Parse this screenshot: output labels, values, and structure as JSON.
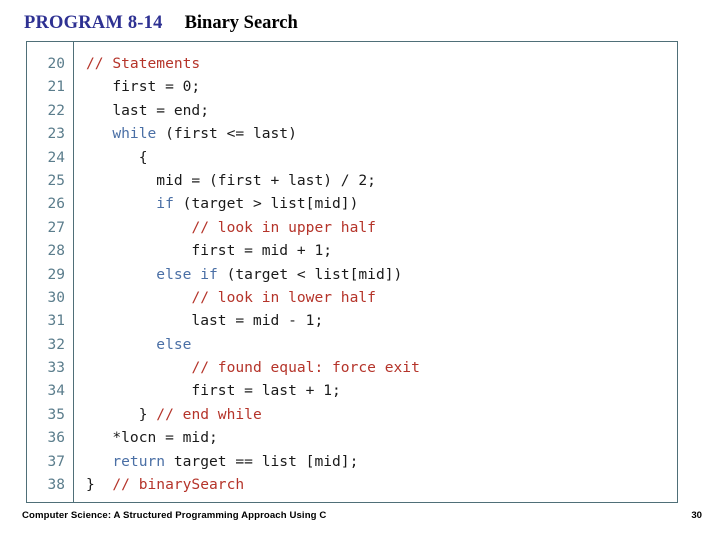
{
  "header": {
    "program_label": "PROGRAM 8-14",
    "program_title": "Binary Search"
  },
  "colors": {
    "program_label": "#2e3192",
    "comment": "#b5342a",
    "keyword": "#4a6fa5",
    "plain": "#1a1a1a",
    "line_number": "#5b7d8c",
    "border": "#4f6f78",
    "background": "#ffffff"
  },
  "code": {
    "language": "c",
    "first_line_number": 20,
    "last_line_number": 38,
    "lines": [
      {
        "no": "20",
        "tokens": [
          {
            "t": "// Statements",
            "c": "cmt"
          }
        ]
      },
      {
        "no": "21",
        "tokens": [
          {
            "t": "   first = 0;",
            "c": "plain"
          }
        ]
      },
      {
        "no": "22",
        "tokens": [
          {
            "t": "   last = end;",
            "c": "plain"
          }
        ]
      },
      {
        "no": "23",
        "tokens": [
          {
            "t": "   ",
            "c": "plain"
          },
          {
            "t": "while",
            "c": "kw"
          },
          {
            "t": " (first <= last)",
            "c": "plain"
          }
        ]
      },
      {
        "no": "24",
        "tokens": [
          {
            "t": "      {",
            "c": "plain"
          }
        ]
      },
      {
        "no": "25",
        "tokens": [
          {
            "t": "        mid = (first + last) / 2;",
            "c": "plain"
          }
        ]
      },
      {
        "no": "26",
        "tokens": [
          {
            "t": "        ",
            "c": "plain"
          },
          {
            "t": "if",
            "c": "kw"
          },
          {
            "t": " (target > list[mid])",
            "c": "plain"
          }
        ]
      },
      {
        "no": "27",
        "tokens": [
          {
            "t": "            ",
            "c": "plain"
          },
          {
            "t": "// look in upper half",
            "c": "cmt"
          }
        ]
      },
      {
        "no": "28",
        "tokens": [
          {
            "t": "            first = mid + 1;",
            "c": "plain"
          }
        ]
      },
      {
        "no": "29",
        "tokens": [
          {
            "t": "        ",
            "c": "plain"
          },
          {
            "t": "else if",
            "c": "kw"
          },
          {
            "t": " (target < list[mid])",
            "c": "plain"
          }
        ]
      },
      {
        "no": "30",
        "tokens": [
          {
            "t": "            ",
            "c": "plain"
          },
          {
            "t": "// look in lower half",
            "c": "cmt"
          }
        ]
      },
      {
        "no": "31",
        "tokens": [
          {
            "t": "            last = mid - 1;",
            "c": "plain"
          }
        ]
      },
      {
        "no": "32",
        "tokens": [
          {
            "t": "        ",
            "c": "plain"
          },
          {
            "t": "else",
            "c": "kw"
          }
        ]
      },
      {
        "no": "33",
        "tokens": [
          {
            "t": "            ",
            "c": "plain"
          },
          {
            "t": "// found equal: force exit",
            "c": "cmt"
          }
        ]
      },
      {
        "no": "34",
        "tokens": [
          {
            "t": "            first = last + 1;",
            "c": "plain"
          }
        ]
      },
      {
        "no": "35",
        "tokens": [
          {
            "t": "      } ",
            "c": "plain"
          },
          {
            "t": "// end while",
            "c": "cmt"
          }
        ]
      },
      {
        "no": "36",
        "tokens": [
          {
            "t": "   *locn = mid;",
            "c": "plain"
          }
        ]
      },
      {
        "no": "37",
        "tokens": [
          {
            "t": "   ",
            "c": "plain"
          },
          {
            "t": "return",
            "c": "kw"
          },
          {
            "t": " target == list [mid];",
            "c": "plain"
          }
        ]
      },
      {
        "no": "38",
        "tokens": [
          {
            "t": "}  ",
            "c": "plain"
          },
          {
            "t": "// binarySearch",
            "c": "cmt"
          }
        ]
      }
    ]
  },
  "footer": {
    "text": "Computer Science: A Structured Programming Approach Using C",
    "page": "30"
  }
}
